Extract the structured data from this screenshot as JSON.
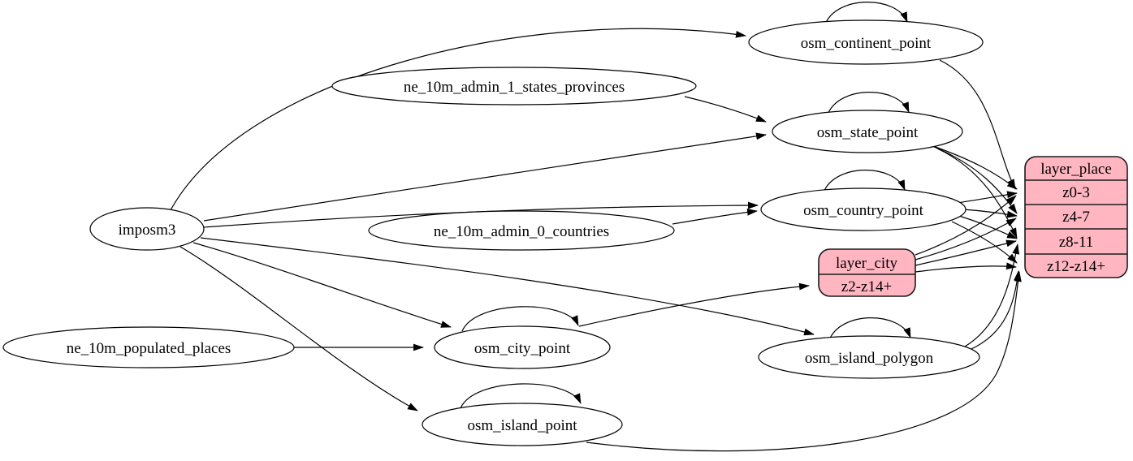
{
  "diagram": {
    "title": "ETL graph: place layer mapping",
    "background_color": "#ffffff",
    "edge_color": "#000000",
    "table_node_fill": "#ffffff",
    "layer_node_fill": "#ffb6c1",
    "stroke_color": "#000000"
  },
  "nodes": {
    "imposm3": {
      "label": "imposm3",
      "shape": "ellipse"
    },
    "ne_10m_admin_1_states_provinces": {
      "label": "ne_10m_admin_1_states_provinces",
      "shape": "ellipse"
    },
    "ne_10m_admin_0_countries": {
      "label": "ne_10m_admin_0_countries",
      "shape": "ellipse"
    },
    "ne_10m_populated_places": {
      "label": "ne_10m_populated_places",
      "shape": "ellipse"
    },
    "osm_continent_point": {
      "label": "osm_continent_point",
      "shape": "ellipse",
      "self_loop": true
    },
    "osm_state_point": {
      "label": "osm_state_point",
      "shape": "ellipse",
      "self_loop": true
    },
    "osm_country_point": {
      "label": "osm_country_point",
      "shape": "ellipse",
      "self_loop": true
    },
    "osm_city_point": {
      "label": "osm_city_point",
      "shape": "ellipse",
      "self_loop": true
    },
    "osm_island_polygon": {
      "label": "osm_island_polygon",
      "shape": "ellipse",
      "self_loop": true
    },
    "osm_island_point": {
      "label": "osm_island_point",
      "shape": "ellipse",
      "self_loop": true
    }
  },
  "records": {
    "layer_city": {
      "title": "layer_city",
      "rows": [
        "z2-z14+"
      ]
    },
    "layer_place": {
      "title": "layer_place",
      "rows": [
        "z0-3",
        "z4-7",
        "z8-11",
        "z12-z14+"
      ]
    }
  },
  "edges": [
    {
      "from": "imposm3",
      "to": "osm_continent_point"
    },
    {
      "from": "imposm3",
      "to": "osm_state_point"
    },
    {
      "from": "imposm3",
      "to": "osm_country_point"
    },
    {
      "from": "imposm3",
      "to": "osm_city_point"
    },
    {
      "from": "imposm3",
      "to": "osm_island_polygon"
    },
    {
      "from": "imposm3",
      "to": "osm_island_point"
    },
    {
      "from": "ne_10m_admin_1_states_provinces",
      "to": "osm_state_point"
    },
    {
      "from": "ne_10m_admin_0_countries",
      "to": "osm_country_point"
    },
    {
      "from": "ne_10m_populated_places",
      "to": "osm_city_point"
    },
    {
      "from": "osm_continent_point",
      "to": "osm_continent_point"
    },
    {
      "from": "osm_state_point",
      "to": "osm_state_point"
    },
    {
      "from": "osm_country_point",
      "to": "osm_country_point"
    },
    {
      "from": "osm_city_point",
      "to": "osm_city_point"
    },
    {
      "from": "osm_island_polygon",
      "to": "osm_island_polygon"
    },
    {
      "from": "osm_island_point",
      "to": "osm_island_point"
    },
    {
      "from": "osm_continent_point",
      "to": "layer_place",
      "to_row": "z0-3"
    },
    {
      "from": "osm_state_point",
      "to": "layer_place",
      "to_row": "z0-3"
    },
    {
      "from": "osm_state_point",
      "to": "layer_place",
      "to_row": "z4-7"
    },
    {
      "from": "osm_state_point",
      "to": "layer_place",
      "to_row": "z8-11"
    },
    {
      "from": "osm_country_point",
      "to": "layer_place",
      "to_row": "z0-3"
    },
    {
      "from": "osm_country_point",
      "to": "layer_place",
      "to_row": "z4-7"
    },
    {
      "from": "osm_country_point",
      "to": "layer_place",
      "to_row": "z8-11"
    },
    {
      "from": "osm_country_point",
      "to": "layer_place",
      "to_row": "z12-z14+"
    },
    {
      "from": "osm_city_point",
      "to": "layer_city",
      "to_row": "z2-z14+"
    },
    {
      "from": "layer_city",
      "to": "layer_place",
      "to_row": "z0-3"
    },
    {
      "from": "layer_city",
      "to": "layer_place",
      "to_row": "z4-7"
    },
    {
      "from": "layer_city",
      "to": "layer_place",
      "to_row": "z8-11"
    },
    {
      "from": "layer_city",
      "to": "layer_place",
      "to_row": "z12-z14+"
    },
    {
      "from": "osm_island_polygon",
      "to": "layer_place",
      "to_row": "z8-11"
    },
    {
      "from": "osm_island_polygon",
      "to": "layer_place",
      "to_row": "z12-z14+"
    },
    {
      "from": "osm_island_point",
      "to": "layer_place",
      "to_row": "z12-z14+"
    }
  ]
}
